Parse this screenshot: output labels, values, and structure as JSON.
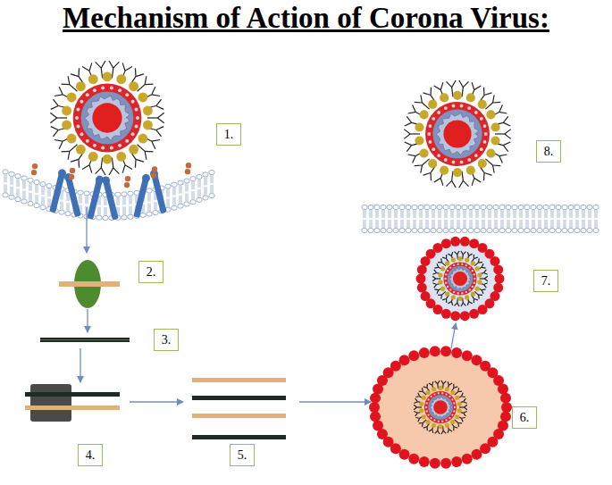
{
  "diagram": {
    "title": "Mechanism of Action of Corona Virus:",
    "nodes": [
      {
        "text": [
          "1."
        ]
      },
      {
        "text": [
          "2."
        ]
      },
      {
        "text": [
          "3."
        ]
      },
      {
        "text": [
          "4."
        ]
      },
      {
        "text": [
          "5."
        ]
      },
      {
        "text": [
          "6."
        ]
      },
      {
        "text": [
          "7."
        ]
      },
      {
        "text": [
          "8."
        ]
      }
    ]
  }
}
